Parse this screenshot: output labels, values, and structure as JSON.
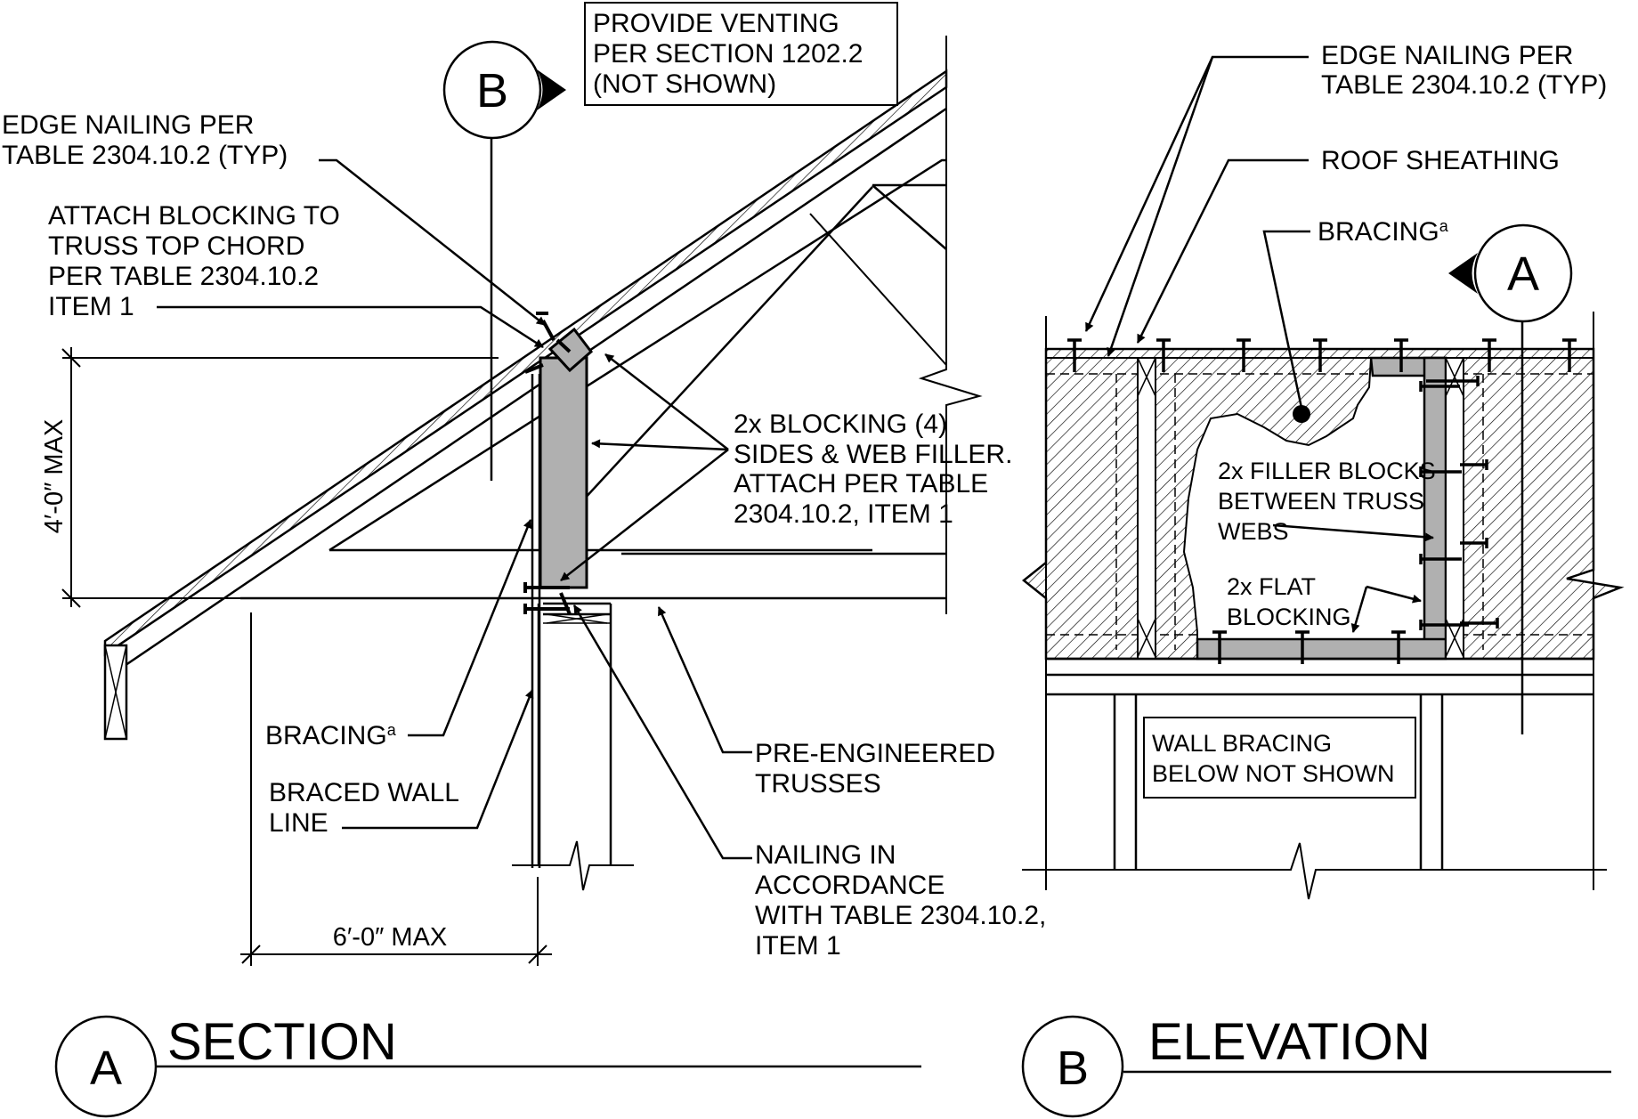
{
  "section": {
    "title": "SECTION",
    "bubble_letter": "A",
    "callout_bubble_letter": "B",
    "venting_note": [
      "PROVIDE VENTING",
      "PER SECTION 1202.2",
      "(NOT SHOWN)"
    ],
    "edge_nailing": [
      "EDGE NAILING PER",
      "TABLE 2304.10.2 (TYP)"
    ],
    "attach_blocking": [
      "ATTACH BLOCKING TO",
      "TRUSS TOP CHORD",
      "PER TABLE 2304.10.2",
      "ITEM 1"
    ],
    "blocking_note": [
      "2x BLOCKING (4)",
      "SIDES & WEB FILLER.",
      "ATTACH PER TABLE",
      "2304.10.2, ITEM 1"
    ],
    "bracing": "BRACING",
    "bracing_sup": "a",
    "braced_wall_line": [
      "BRACED WALL",
      "LINE"
    ],
    "trusses": [
      "PRE-ENGINEERED",
      "TRUSSES"
    ],
    "nailing": [
      "NAILING IN",
      "ACCORDANCE",
      "WITH TABLE 2304.10.2,",
      "ITEM 1"
    ],
    "height_dim": "4′-0″ MAX",
    "width_dim": "6′-0″ MAX"
  },
  "elevation": {
    "title": "ELEVATION",
    "bubble_letter": "B",
    "callout_bubble_letter": "A",
    "edge_nailing": [
      "EDGE NAILING PER",
      "TABLE 2304.10.2 (TYP)"
    ],
    "roof_sheathing": "ROOF SHEATHING",
    "bracing": "BRACING",
    "bracing_sup": "a",
    "filler_blocks": [
      "2x FILLER BLOCKS",
      "BETWEEN TRUSS",
      "WEBS"
    ],
    "flat_blocking": [
      "2x FLAT",
      "BLOCKING"
    ],
    "wall_bracing_note": [
      "WALL BRACING",
      "BELOW NOT SHOWN"
    ]
  }
}
